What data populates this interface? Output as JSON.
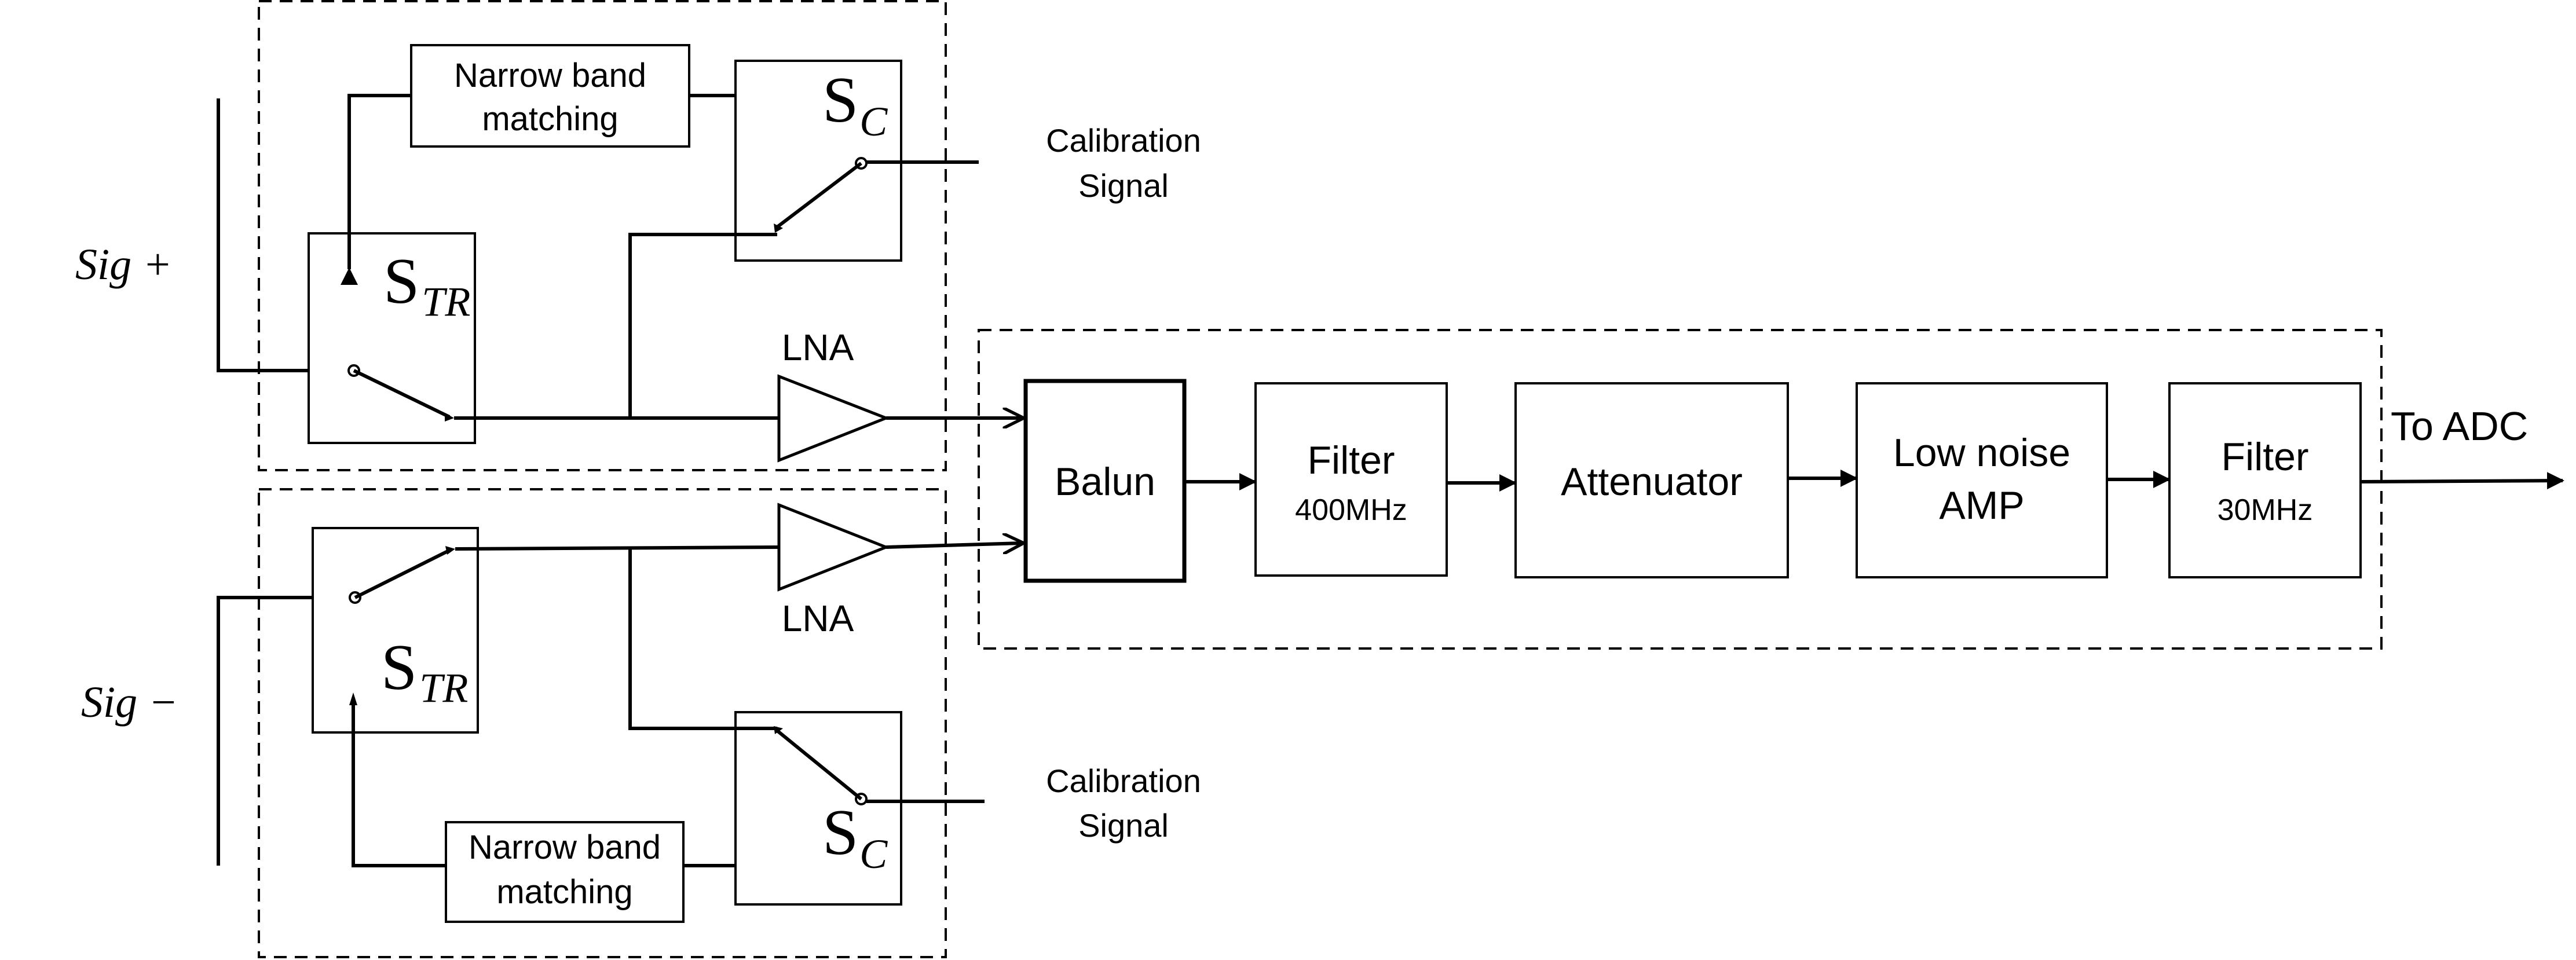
{
  "inputs": {
    "sig_plus": "Sig +",
    "sig_minus": "Sig −"
  },
  "switches": {
    "str": {
      "main": "S",
      "sub": "TR"
    },
    "sc": {
      "main": "S",
      "sub": "C"
    }
  },
  "blocks": {
    "narrow_band_top": [
      "Narrow band",
      "matching"
    ],
    "narrow_band_bottom": [
      "Narrow band",
      "matching"
    ],
    "calibration_top": [
      "Calibration",
      "Signal"
    ],
    "calibration_bottom": [
      "Calibration",
      "Signal"
    ],
    "lna_top": "LNA",
    "lna_bottom": "LNA",
    "balun": "Balun",
    "filter1": {
      "name": "Filter",
      "spec": "400MHz"
    },
    "attenuator": "Attenuator",
    "low_noise_amp": [
      "Low noise",
      "AMP"
    ],
    "filter2": {
      "name": "Filter",
      "spec": "30MHz"
    }
  },
  "output": "To ADC"
}
